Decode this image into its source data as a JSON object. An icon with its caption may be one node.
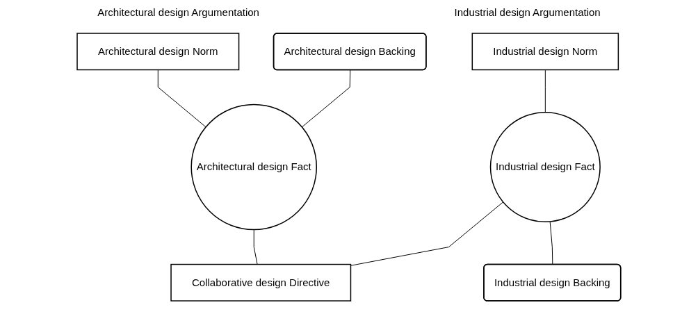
{
  "diagram": {
    "nodes": [
      {
        "text": [
          "Architectural design Norm"
        ]
      },
      {
        "text": [
          "Industrial design Norm"
        ]
      },
      {
        "text": [
          "Architectural design Backing"
        ]
      },
      {
        "text": [
          "Architectural design Fact"
        ]
      },
      {
        "text": [
          "Industrial design Fact"
        ]
      },
      {
        "text": [
          "Industrial design Backing"
        ]
      },
      {
        "text": [
          "Collaborative design Directive"
        ]
      }
    ],
    "edges": [
      {
        "from": 0,
        "to": 3,
        "arrow": "none"
      },
      {
        "from": 2,
        "to": 3,
        "arrow": "none"
      },
      {
        "from": 1,
        "to": 4,
        "arrow": "none"
      },
      {
        "from": 4,
        "to": 5,
        "arrow": "none"
      },
      {
        "from": 3,
        "to": 6,
        "arrow": "none"
      },
      {
        "from": 4,
        "to": 6,
        "arrow": "none"
      }
    ],
    "labels": [
      "Architectural design Argumentation",
      "Industrial design Argumentation"
    ]
  }
}
